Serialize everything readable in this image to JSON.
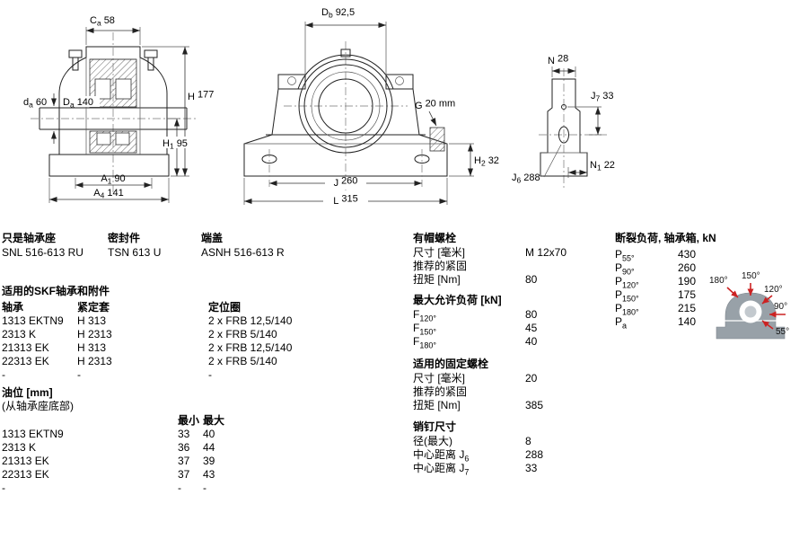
{
  "colors": {
    "arrow_red": "#cc2222",
    "housing_gray": "#98a1a8"
  },
  "dims": {
    "ca": {
      "p": "C",
      "s": "a",
      "v": "58"
    },
    "da": {
      "p": "d",
      "s": "a",
      "v": "60"
    },
    "Da": {
      "p": "D",
      "s": "a",
      "v": "140"
    },
    "H": {
      "p": "H",
      "s": "",
      "v": "177"
    },
    "H1": {
      "p": "H",
      "s": "1",
      "v": "95"
    },
    "A1": {
      "p": "A",
      "s": "1",
      "v": "90"
    },
    "A4": {
      "p": "A",
      "s": "4",
      "v": "141"
    },
    "Db": {
      "p": "D",
      "s": "b",
      "v": "92,5"
    },
    "G": {
      "p": "G",
      "s": "",
      "v": "20 mm"
    },
    "H2": {
      "p": "H",
      "s": "2",
      "v": "32"
    },
    "J": {
      "p": "J",
      "s": "",
      "v": "260"
    },
    "L": {
      "p": "L",
      "s": "",
      "v": "315"
    },
    "N": {
      "p": "N",
      "s": "",
      "v": "28"
    },
    "J7": {
      "p": "J",
      "s": "7",
      "v": "33"
    },
    "N1": {
      "p": "N",
      "s": "1",
      "v": "22"
    },
    "J6": {
      "p": "J",
      "s": "6",
      "v": "288"
    }
  },
  "components": {
    "housing": {
      "label": "只是轴承座",
      "value": "SNL 516-613 RU"
    },
    "seal": {
      "label": "密封件",
      "value": "TSN 613 U"
    },
    "cover": {
      "label": "端盖",
      "value": "ASNH 516-613 R"
    }
  },
  "bearings": {
    "title": "适用的SKF轴承和附件",
    "col_bearing": "轴承",
    "col_sleeve": "紧定套",
    "col_ring": "定位圈",
    "rows": [
      {
        "bearing": "1313 EKTN9",
        "sleeve": "H 313",
        "ring": "2 x FRB 12,5/140"
      },
      {
        "bearing": "2313 K",
        "sleeve": "H 2313",
        "ring": "2 x FRB 5/140"
      },
      {
        "bearing": "21313 EK",
        "sleeve": "H 313",
        "ring": "2 x FRB 12,5/140"
      },
      {
        "bearing": "22313 EK",
        "sleeve": "H 2313",
        "ring": "2 x FRB 5/140"
      },
      {
        "bearing": "-",
        "sleeve": "-",
        "ring": "-"
      }
    ]
  },
  "oil": {
    "title": "油位 [mm]",
    "subtitle": "(从轴承座底部)",
    "col_min": "最小",
    "col_max": "最大",
    "rows": [
      {
        "bearing": "1313 EKTN9",
        "min": "33",
        "max": "40"
      },
      {
        "bearing": "2313 K",
        "min": "36",
        "max": "44"
      },
      {
        "bearing": "21313 EK",
        "min": "37",
        "max": "39"
      },
      {
        "bearing": "22313 EK",
        "min": "37",
        "max": "43"
      },
      {
        "bearing": "-",
        "min": "-",
        "max": "-"
      }
    ]
  },
  "cap_bolts": {
    "title": "有帽螺栓",
    "rows": [
      {
        "label": "尺寸 [毫米]",
        "value": "M 12x70"
      },
      {
        "label": "推荐的紧固",
        "value": ""
      },
      {
        "label": "扭矩 [Nm]",
        "value": "80"
      }
    ]
  },
  "max_load": {
    "title": "最大允许负荷 [kN]",
    "rows": [
      {
        "main": "F",
        "sub": "120°",
        "value": "80"
      },
      {
        "main": "F",
        "sub": "150°",
        "value": "45"
      },
      {
        "main": "F",
        "sub": "180°",
        "value": "40"
      }
    ]
  },
  "attach_bolts": {
    "title": "适用的固定螺栓",
    "rows": [
      {
        "label": "尺寸 [毫米]",
        "value": "20"
      },
      {
        "label": "推荐的紧固",
        "value": ""
      },
      {
        "label": "扭矩 [Nm]",
        "value": "385"
      }
    ]
  },
  "pins": {
    "title": "销钉尺寸",
    "rows": [
      {
        "main": "径(最大)",
        "sub": "",
        "value": "8"
      },
      {
        "main": "中心距离 J",
        "sub": "6",
        "value": "288"
      },
      {
        "main": "中心距离 J",
        "sub": "7",
        "value": "33"
      }
    ]
  },
  "breaking": {
    "title": "断裂负荷, 轴承箱, kN",
    "rows": [
      {
        "main": "P",
        "sub": "55°",
        "value": "430"
      },
      {
        "main": "P",
        "sub": "90°",
        "value": "260"
      },
      {
        "main": "P",
        "sub": "120°",
        "value": "190"
      },
      {
        "main": "P",
        "sub": "150°",
        "value": "175"
      },
      {
        "main": "P",
        "sub": "180°",
        "value": "215"
      },
      {
        "main": "P",
        "sub": "a",
        "value": "140"
      }
    ]
  },
  "load_diagram": {
    "angles": [
      "180°",
      "150°",
      "120°",
      "90°",
      "55°"
    ]
  }
}
